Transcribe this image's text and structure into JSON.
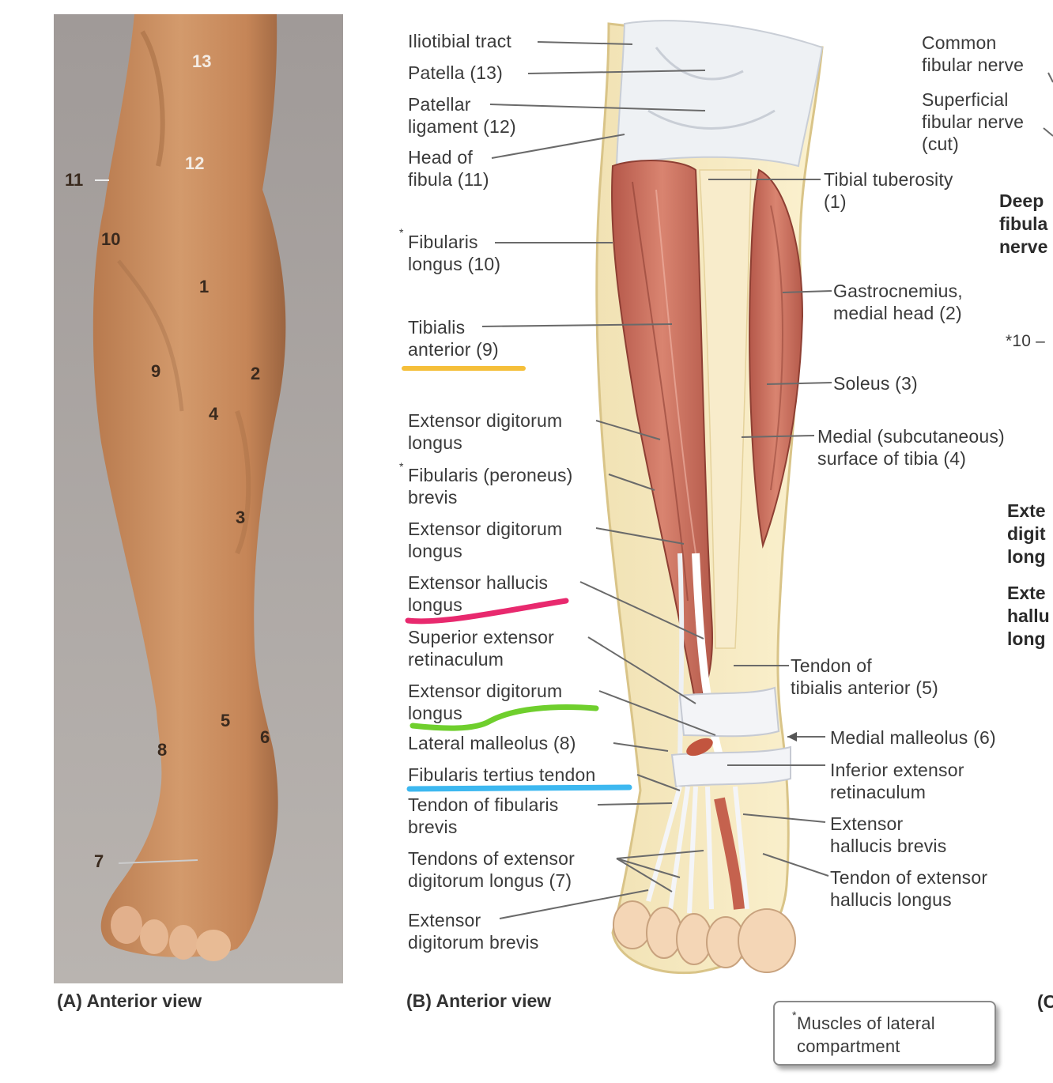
{
  "panel_a": {
    "caption": "(A) Anterior view",
    "numbers": [
      "13",
      "12",
      "11",
      "10",
      "1",
      "9",
      "2",
      "4",
      "3",
      "5",
      "6",
      "8",
      "7"
    ]
  },
  "panel_b": {
    "caption": "(B) Anterior view",
    "labels_left": [
      "Iliotibial tract",
      "Patella (13)",
      "Patellar\nligament (12)",
      "Head of\nfibula (11)",
      "Fibularis\nlongus (10)",
      "Tibialis\nanterior (9)",
      "Extensor digitorum\nlongus",
      "Fibularis (peroneus)\nbrevis",
      "Extensor digitorum\nlongus",
      "Extensor hallucis\nlongus",
      "Superior extensor\nretinaculum",
      "Extensor digitorum\nlongus",
      "Lateral malleolus (8)",
      "Fibularis tertius tendon",
      "Tendon of fibularis\nbrevis",
      "Tendons of extensor\ndigitorum longus (7)",
      "Extensor\ndigitorum brevis"
    ],
    "labels_right": [
      "Common\nfibular nerve",
      "Superficial\nfibular nerve\n(cut)",
      "Tibial tuberosity\n(1)",
      "Gastrocnemius,\nmedial head (2)",
      "Soleus (3)",
      "Medial (subcutaneous)\nsurface of tibia (4)",
      "Tendon of\ntibialis anterior (5)",
      "Medial malleolus (6)",
      "Inferior extensor\nretinaculum",
      "Extensor\nhallucis brevis",
      "Tendon of extensor\nhallucis longus"
    ],
    "star": "*",
    "legend": "Muscles of lateral\ncompartment"
  },
  "panel_c_cut": {
    "labels": [
      "Deep\nfibula\nnerve",
      "*10 –",
      "Exte\ndigit\nlong",
      "Exte\nhallu\nlong",
      "(C"
    ]
  },
  "highlight_colors": {
    "tibialis_anterior": "#f5bf3a",
    "extensor_hallucis_longus": "#e8296e",
    "extensor_digitorum_longus": "#6fcf2d",
    "fibularis_tertius_tendon": "#3db8f0"
  }
}
